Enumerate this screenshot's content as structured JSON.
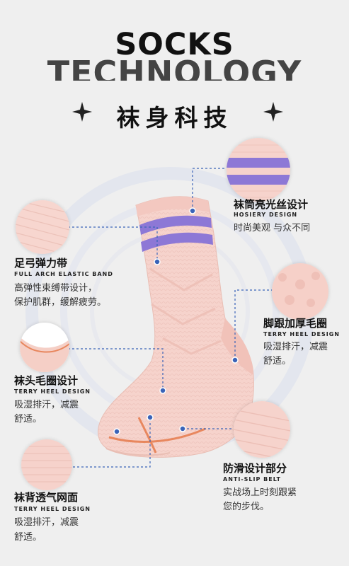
{
  "header": {
    "title_line1": "SOCKS",
    "title_line2": "TECHNOLOGY",
    "title_cn": "袜身科技"
  },
  "features": [
    {
      "id": "hosiery",
      "title": "袜筒亮光丝设计",
      "subtitle": "HOSIERY DESIGN",
      "desc": [
        "时尚美观 与众不同"
      ]
    },
    {
      "id": "arch",
      "title": "足弓弹力带",
      "subtitle": "FULL ARCH ELASTIC BAND",
      "desc": [
        "高弹性束缚带设计，",
        "保护肌群，缓解疲劳。"
      ]
    },
    {
      "id": "heel",
      "title": "脚跟加厚毛圈",
      "subtitle": "TERRY HEEL DESIGN",
      "desc": [
        "吸湿排汗，减震",
        "舒适。"
      ]
    },
    {
      "id": "toe",
      "title": "袜头毛圈设计",
      "subtitle": "TERRY HEEL DESIGN",
      "desc": [
        "吸湿排汗，减震",
        "舒适。"
      ]
    },
    {
      "id": "antislip",
      "title": "防滑设计部分",
      "subtitle": "ANTI-SLIP BELT",
      "desc": [
        "实战场上时刻跟紧",
        "您的步伐。"
      ]
    },
    {
      "id": "back",
      "title": "袜背透气网面",
      "subtitle": "TERRY HEEL DESIGN",
      "desc": [
        "吸湿排汗，减震",
        "舒适。"
      ]
    }
  ],
  "colors": {
    "sock_pink": "#f6d3cc",
    "stripe_purple": "#8d78d6",
    "accent_orange": "#e8875e",
    "callout_blue": "#3a63b8"
  }
}
